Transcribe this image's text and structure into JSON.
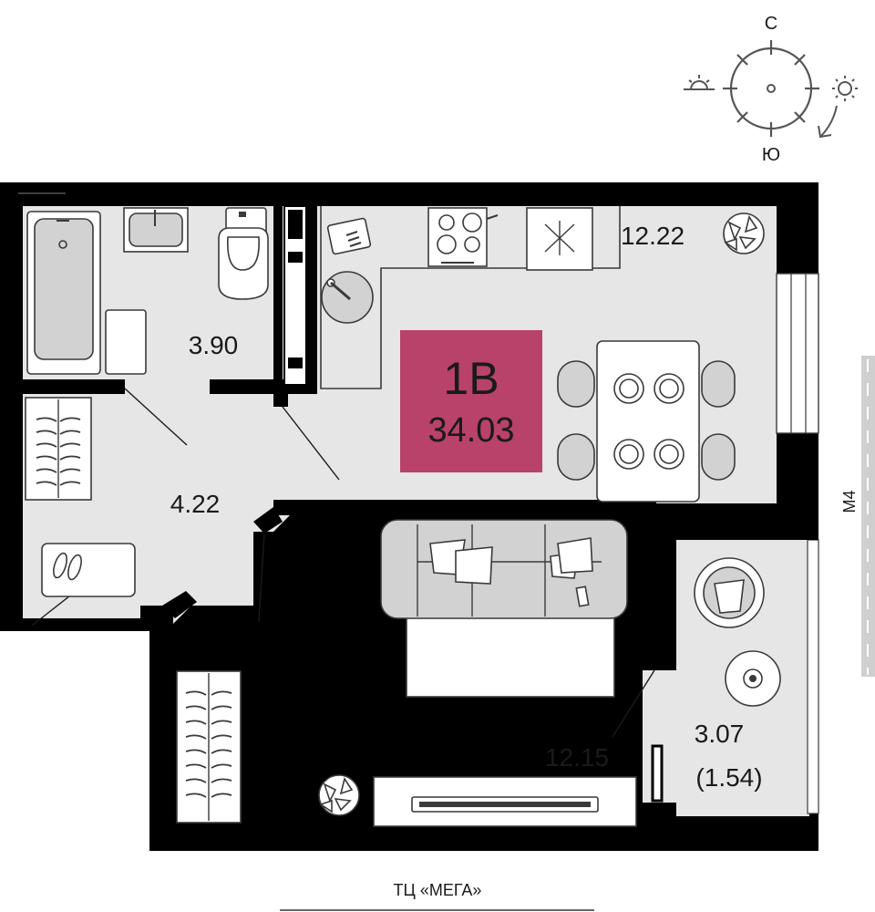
{
  "apartment": {
    "type": "1В",
    "total_area": "34.03",
    "badge_color": "#b8426a"
  },
  "rooms": {
    "bathroom": "3.90",
    "hall": "4.22",
    "kitchen_living": "12.22",
    "bedroom": "12.15",
    "balcony": "3.07",
    "balcony_reduced": "(1.54)"
  },
  "compass": {
    "north": "С",
    "south": "Ю"
  },
  "surroundings": {
    "road": "М4",
    "mall": "ТЦ «МЕГА»"
  },
  "colors": {
    "wall": "#000000",
    "floor": "#e6e6e6",
    "line": "#3a3a3a",
    "accent": "#b8426a"
  }
}
